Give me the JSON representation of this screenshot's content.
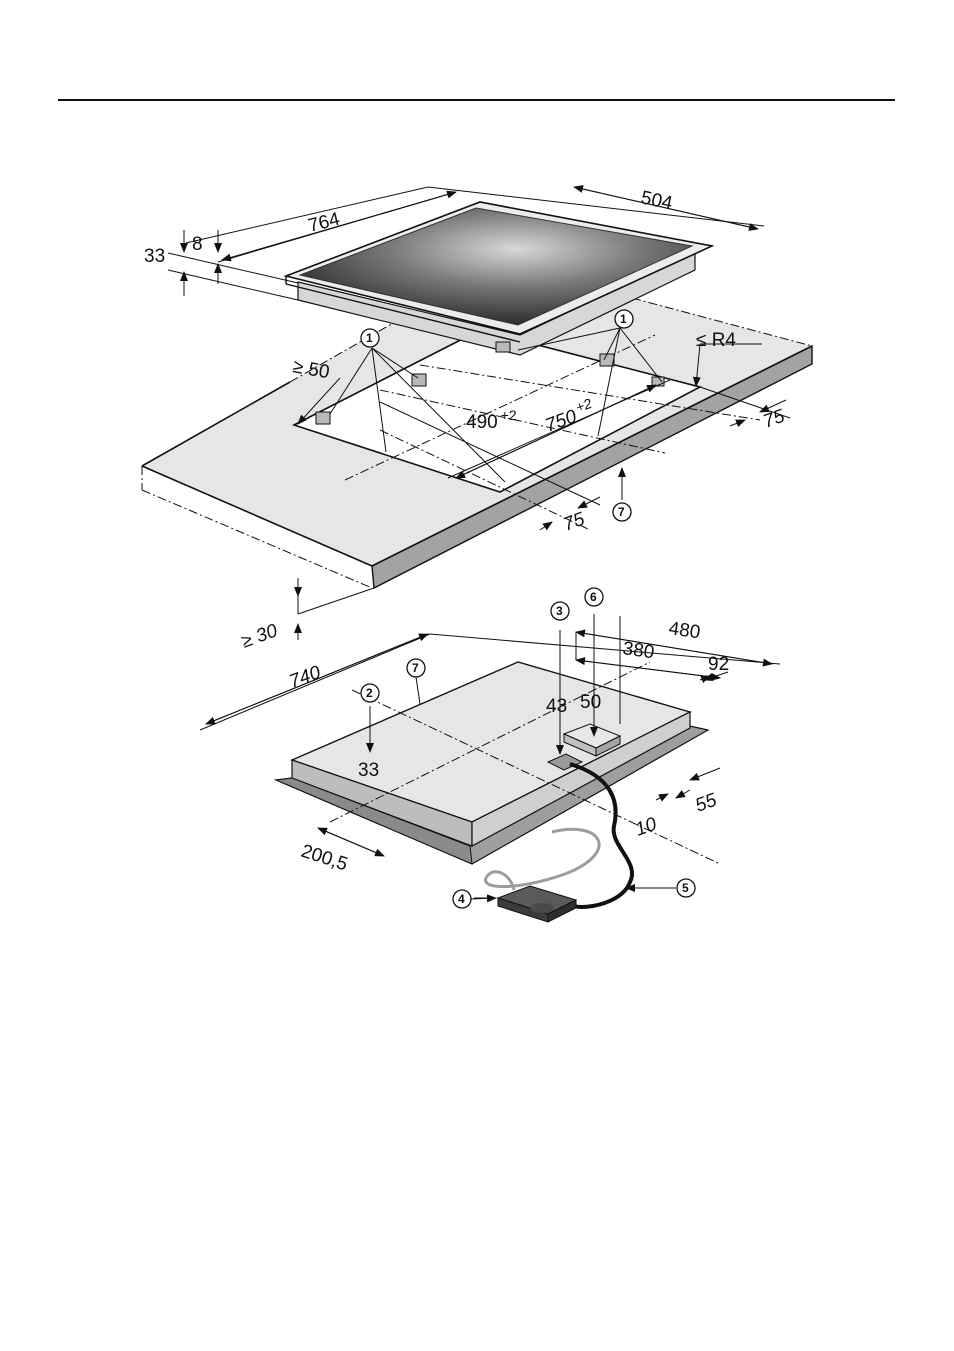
{
  "colors": {
    "line": "#111111",
    "panel": "#e6e6e6",
    "edge_dark": "#9a9a9a",
    "glass_dark": "#1f1f1f",
    "glass_light": "#d8d8d8",
    "cable_dark": "#111111",
    "cable_light": "#9c9c9c"
  },
  "hob": {
    "width": "764",
    "depth": "504",
    "height": "33",
    "frame": "8"
  },
  "cutout": {
    "min_distance_front": "≥ 50",
    "width": "750",
    "width_tol": "+2",
    "depth": "490",
    "depth_tol": "+2",
    "radius": "≤ R4",
    "margin_right": "75",
    "margin_front": "75",
    "worktop_thickness": "≥ 30"
  },
  "base": {
    "width": "740",
    "depth": "480",
    "dim_380": "380",
    "dim_92": "92",
    "dim_43": "43",
    "dim_50": "50",
    "dim_33": "33",
    "dim_55": "55",
    "dim_10": "10",
    "dim_200": "200,5"
  },
  "callouts": {
    "c1": "1",
    "c2": "2",
    "c3": "3",
    "c4": "4",
    "c5": "5",
    "c6": "6",
    "c7": "7"
  },
  "icons": [
    "arrow-icon",
    "callout-circle-icon"
  ]
}
